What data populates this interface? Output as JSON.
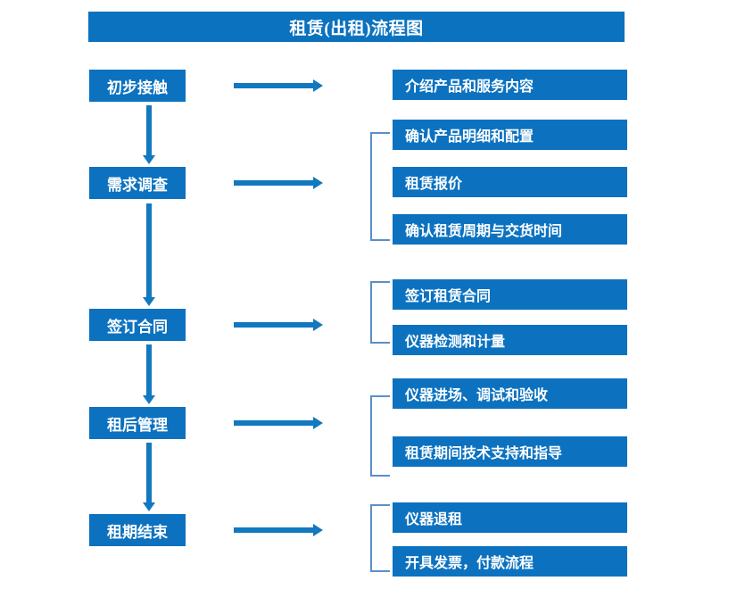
{
  "title": "租赁(出租)流程图",
  "colors": {
    "box_blue": "#0C72C0",
    "title_blue": "#0B72BF",
    "arrow_blue": "#1278C0",
    "bracket_blue": "#5B8FC9",
    "text_white": "#FFFFFF",
    "background": "#FFFFFF"
  },
  "stages": [
    {
      "label": "初步接触"
    },
    {
      "label": "需求调查"
    },
    {
      "label": "签订合同"
    },
    {
      "label": "租后管理"
    },
    {
      "label": "租期结束"
    }
  ],
  "details": {
    "group1": [
      {
        "label": "介绍产品和服务内容"
      }
    ],
    "group2": [
      {
        "label": "确认产品明细和配置"
      },
      {
        "label": "租赁报价"
      },
      {
        "label": "确认租赁周期与交货时间"
      }
    ],
    "group3": [
      {
        "label": "签订租赁合同"
      },
      {
        "label": "仪器检测和计量"
      }
    ],
    "group4": [
      {
        "label": "仪器进场、调试和验收"
      },
      {
        "label": "租赁期间技术支持和指导"
      }
    ],
    "group5": [
      {
        "label": "仪器退租"
      },
      {
        "label": "开具发票，付款流程"
      }
    ]
  }
}
